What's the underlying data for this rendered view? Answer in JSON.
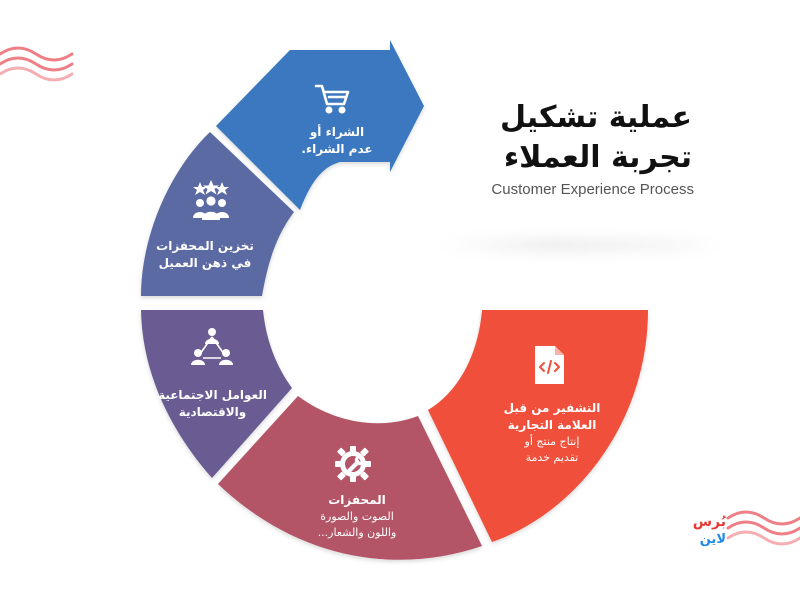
{
  "title": {
    "line1": "عملية تشكيل",
    "line2": "تجربة العملاء"
  },
  "subtitle": "Customer Experience Process",
  "logo": {
    "line1": "بُرس",
    "line2": "لاين",
    "red": "#e53935",
    "blue": "#1e88e5",
    "wave": "#ef7f86"
  },
  "segments": [
    {
      "id": "purchase",
      "icon": "shopping-cart-icon",
      "color": "#3a78bf",
      "label_lines": [
        "الشراء أو",
        "عدم الشراء."
      ],
      "sub_lines": []
    },
    {
      "id": "storage",
      "icon": "group-stars-icon",
      "color": "#5b6aa3",
      "label_lines": [
        "تخزين المحفزات",
        "في ذهن العميل"
      ],
      "sub_lines": []
    },
    {
      "id": "social",
      "icon": "network-people-icon",
      "color": "#6b5c92",
      "label_lines": [
        "العوامل الاجتماعية",
        "والاقتصادية"
      ],
      "sub_lines": []
    },
    {
      "id": "stimuli",
      "icon": "gear-wrench-icon",
      "color": "#b35566",
      "label_lines": [
        "المحفزات"
      ],
      "sub_lines": [
        "الصوت والصورة",
        "واللون والشعار..."
      ]
    },
    {
      "id": "encoding",
      "icon": "code-file-icon",
      "color": "#ef4f3a",
      "label_lines": [
        "التشفير من قبل",
        "العلامة التجارية"
      ],
      "sub_lines": [
        "إنتاج منتج أو",
        "تقديم خدمة"
      ]
    }
  ]
}
